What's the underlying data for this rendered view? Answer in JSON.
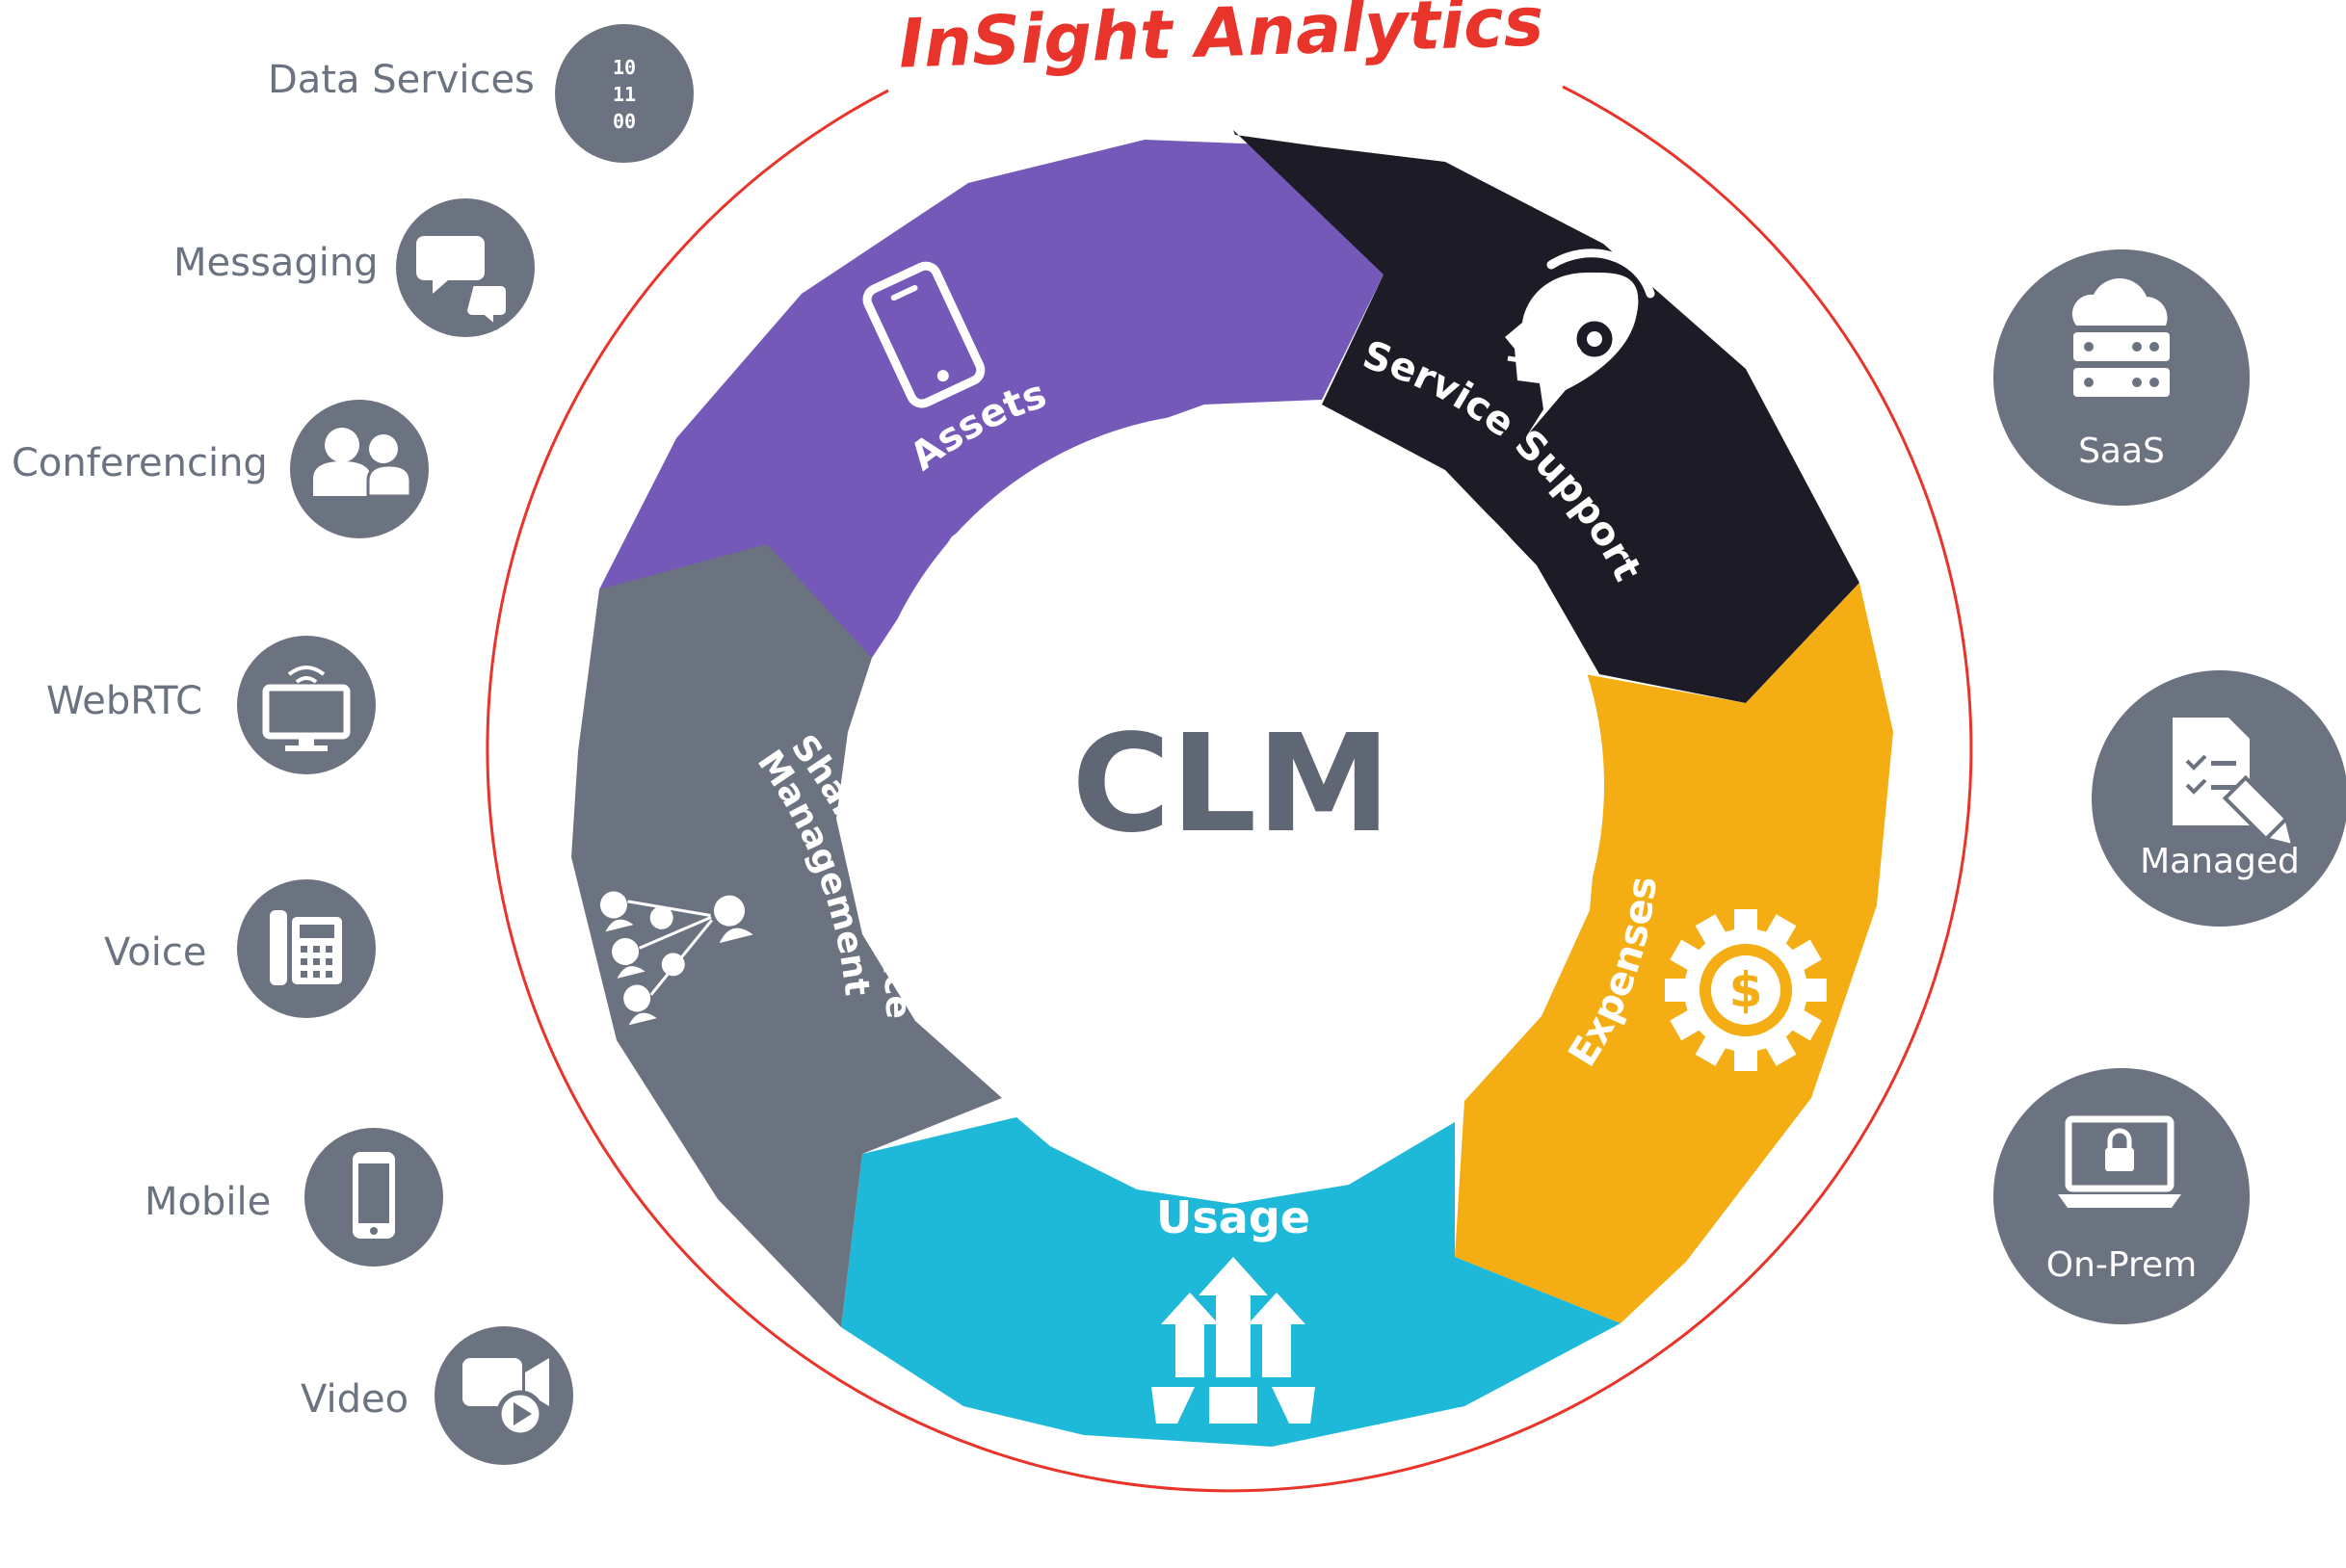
{
  "title": "InSight Analytics",
  "center_label": "CLM",
  "segments": [
    {
      "id": "assets",
      "label": "Assets",
      "color": "#7459b8",
      "icon": "smartphone-icon"
    },
    {
      "id": "service-support",
      "label": "Service Support",
      "color": "#1c1b26",
      "icon": "headset-agent-icon"
    },
    {
      "id": "expenses",
      "label": "Expenses",
      "color": "#f5ad14",
      "icon": "dollar-gear-icon"
    },
    {
      "id": "usage",
      "label": "Usage",
      "color": "#1eb9d8",
      "icon": "growth-arrows-icon"
    },
    {
      "id": "shared-services",
      "label_line1": "Shared Services",
      "label_line2": "Management",
      "color": "#6b7280",
      "icon": "hierarchy-people-icon"
    }
  ],
  "left_services": [
    {
      "id": "data-services",
      "label": "Data Services",
      "icon": "binary-data-icon",
      "binary": [
        "10",
        "11",
        "00"
      ]
    },
    {
      "id": "messaging",
      "label": "Messaging",
      "icon": "chat-bubbles-icon"
    },
    {
      "id": "conferencing",
      "label": "Conferencing",
      "icon": "people-group-icon"
    },
    {
      "id": "webrtc",
      "label": "WebRTC",
      "icon": "monitor-wifi-icon"
    },
    {
      "id": "voice",
      "label": "Voice",
      "icon": "desk-phone-icon"
    },
    {
      "id": "mobile",
      "label": "Mobile",
      "icon": "mobile-phone-icon"
    },
    {
      "id": "video",
      "label": "Video",
      "icon": "video-camera-icon"
    }
  ],
  "deployment_options": [
    {
      "id": "saas",
      "label": "SaaS",
      "icon": "cloud-server-icon"
    },
    {
      "id": "managed",
      "label": "Managed",
      "icon": "checklist-pencil-icon"
    },
    {
      "id": "on-prem",
      "label": "On-Prem",
      "icon": "laptop-lock-icon"
    }
  ],
  "colors": {
    "accent_red": "#e8342a",
    "icon_circle": "#6b7280",
    "label_gray": "#6b7280",
    "center_text": "#5f6674"
  }
}
